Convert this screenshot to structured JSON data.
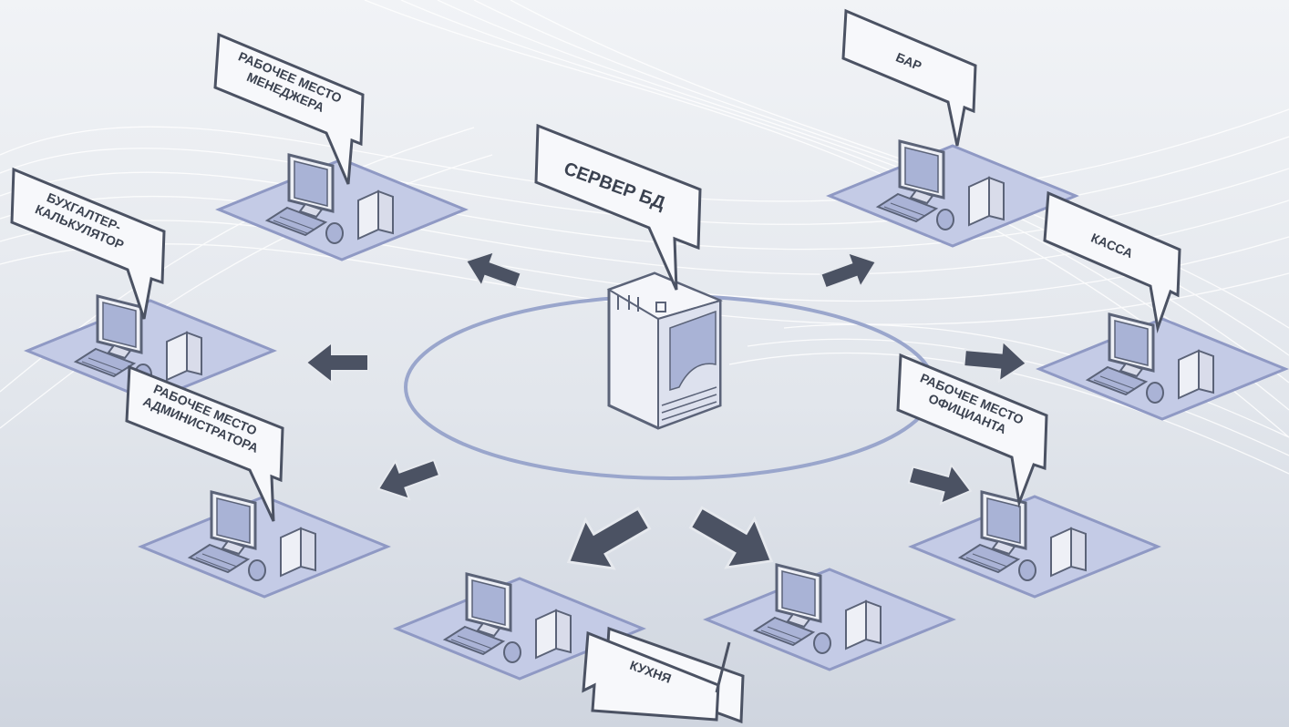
{
  "diagram": {
    "server_label": "СЕРВЕР БД",
    "nodes": {
      "manager_line1": "РАБОЧЕЕ МЕСТО",
      "manager_line2": "МЕНЕДЖЕРА",
      "accountant_line1": "БУХГАЛТЕР-",
      "accountant_line2": "КАЛЬКУЛЯТОР",
      "admin_line1": "РАБОЧЕЕ МЕСТО",
      "admin_line2": "АДМИНИСТРАТОРА",
      "bar": "БАР",
      "cashier": "КАССА",
      "waiter_line1": "РАБОЧЕЕ МЕСТО",
      "waiter_line2": "ОФИЦИАНТА",
      "kitchen": "КУХНЯ"
    },
    "colors": {
      "background": "#e6e9ee",
      "outline": "#5b6378",
      "monitor_fill": "#a9b3d6",
      "pad_fill": "#c4cbe6",
      "arrow_fill": "#4b5263"
    }
  }
}
